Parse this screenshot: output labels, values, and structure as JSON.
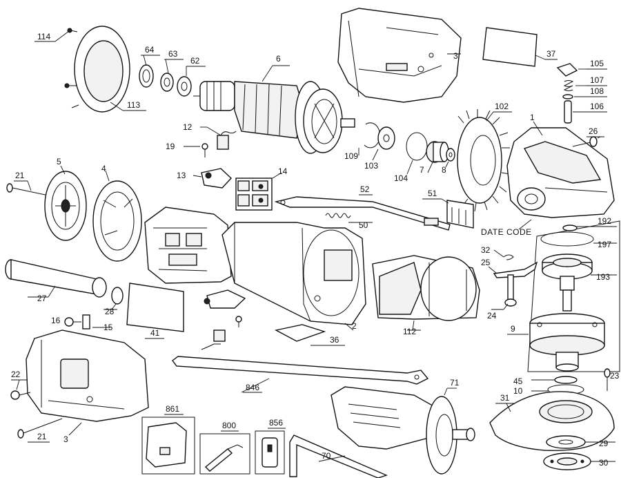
{
  "diagram": {
    "callouts": {
      "c114": "114",
      "c113": "113",
      "c64": "64",
      "c63": "63",
      "c62": "62",
      "c6": "6",
      "c3a": "3",
      "c37": "37",
      "c105": "105",
      "c107": "107",
      "c108": "108",
      "c106": "106",
      "c102": "102",
      "c1": "1",
      "c26": "26",
      "c12": "12",
      "c19": "19",
      "c109": "109",
      "c103": "103",
      "c104": "104",
      "c7": "7",
      "c8": "8",
      "c21a": "21",
      "c5": "5",
      "c4": "4",
      "c13": "13",
      "c14": "14",
      "c52": "52",
      "c51": "51",
      "c50": "50",
      "c192": "192",
      "c197": "197",
      "c32": "32",
      "c25": "25",
      "c193": "193",
      "c27": "27",
      "c28": "28",
      "c2": "2",
      "c112": "112",
      "c24": "24",
      "c9": "9",
      "c16": "16",
      "c15": "15",
      "c41": "41",
      "c36": "36",
      "c22": "22",
      "c846": "846",
      "c71": "71",
      "c45": "45",
      "c10": "10",
      "c23": "23",
      "c31": "31",
      "c21b": "21",
      "c3b": "3",
      "c861": "861",
      "c800": "800",
      "c856": "856",
      "c70": "70",
      "c29": "29",
      "c30": "30"
    },
    "date_code": "DATE CODE"
  }
}
